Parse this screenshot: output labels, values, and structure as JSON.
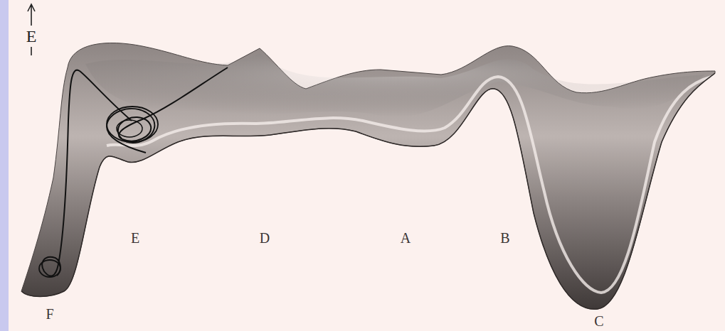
{
  "diagram": {
    "labels": [
      "E",
      "F",
      "E",
      "D",
      "A",
      "B",
      "C"
    ]
  }
}
